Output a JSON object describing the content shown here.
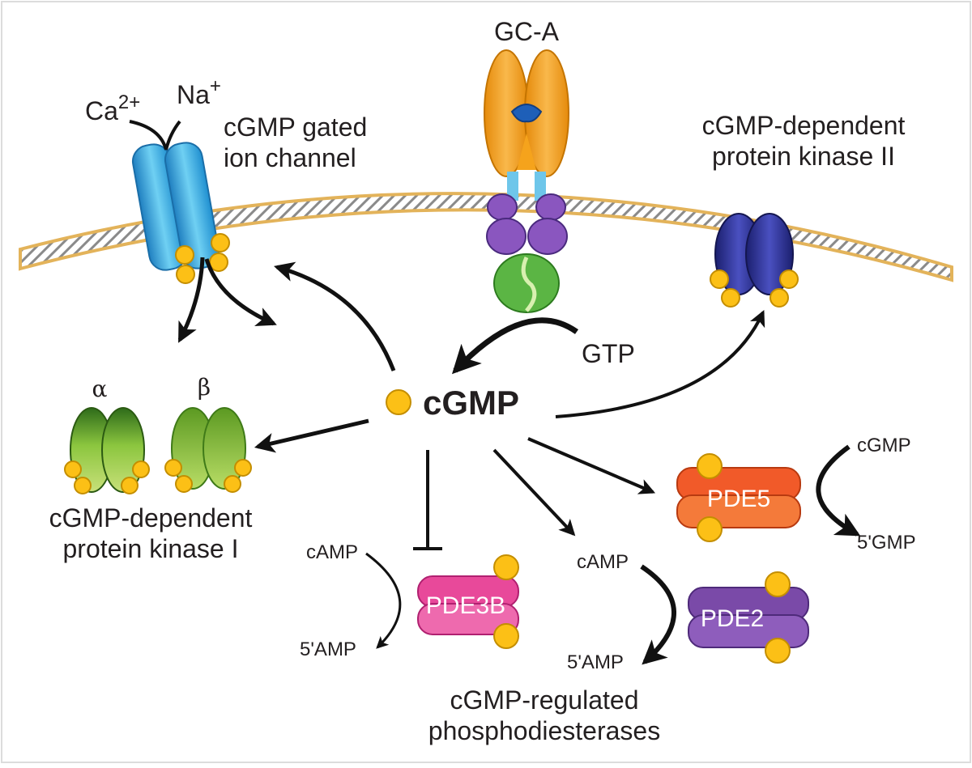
{
  "labels": {
    "gca": "GC-A",
    "ion_channel_line1": "cGMP gated",
    "ion_channel_line2": "ion channel",
    "pkg2_line1": "cGMP-dependent",
    "pkg2_line2": "protein kinase II",
    "pkg1_line1": "cGMP-dependent",
    "pkg1_line2": "protein kinase I",
    "pde_group_line1": "cGMP-regulated",
    "pde_group_line2": "phosphodiesterases",
    "ca_base": "Ca",
    "ca_sup": "2+",
    "na_base": "Na",
    "na_sup": "+",
    "alpha": "α",
    "beta": "β",
    "gtp": "GTP",
    "cgmp_center": "cGMP",
    "pde5_in": "cGMP",
    "pde5_out": "5'GMP",
    "pde3b_in": "cAMP",
    "pde3b_out": "5'AMP",
    "pde2_in": "cAMP",
    "pde2_out": "5'AMP"
  },
  "enzymes": {
    "pde5": "PDE5",
    "pde3b": "PDE3B",
    "pde2": "PDE2"
  },
  "colors": {
    "membrane": "#f2c774",
    "gca": "#f5a31c",
    "gca_mid": "#5a3fa0",
    "gca_base": "#5bb544",
    "ion_channel": "#2aa8e0",
    "pkg1": "#8cc63f",
    "pkg2": "#2e3192",
    "pde5": "#f15a29",
    "pde3b": "#e8499a",
    "pde2": "#7a4aa8",
    "cgmp_dot": "#fcc016",
    "arrow": "#111111"
  }
}
